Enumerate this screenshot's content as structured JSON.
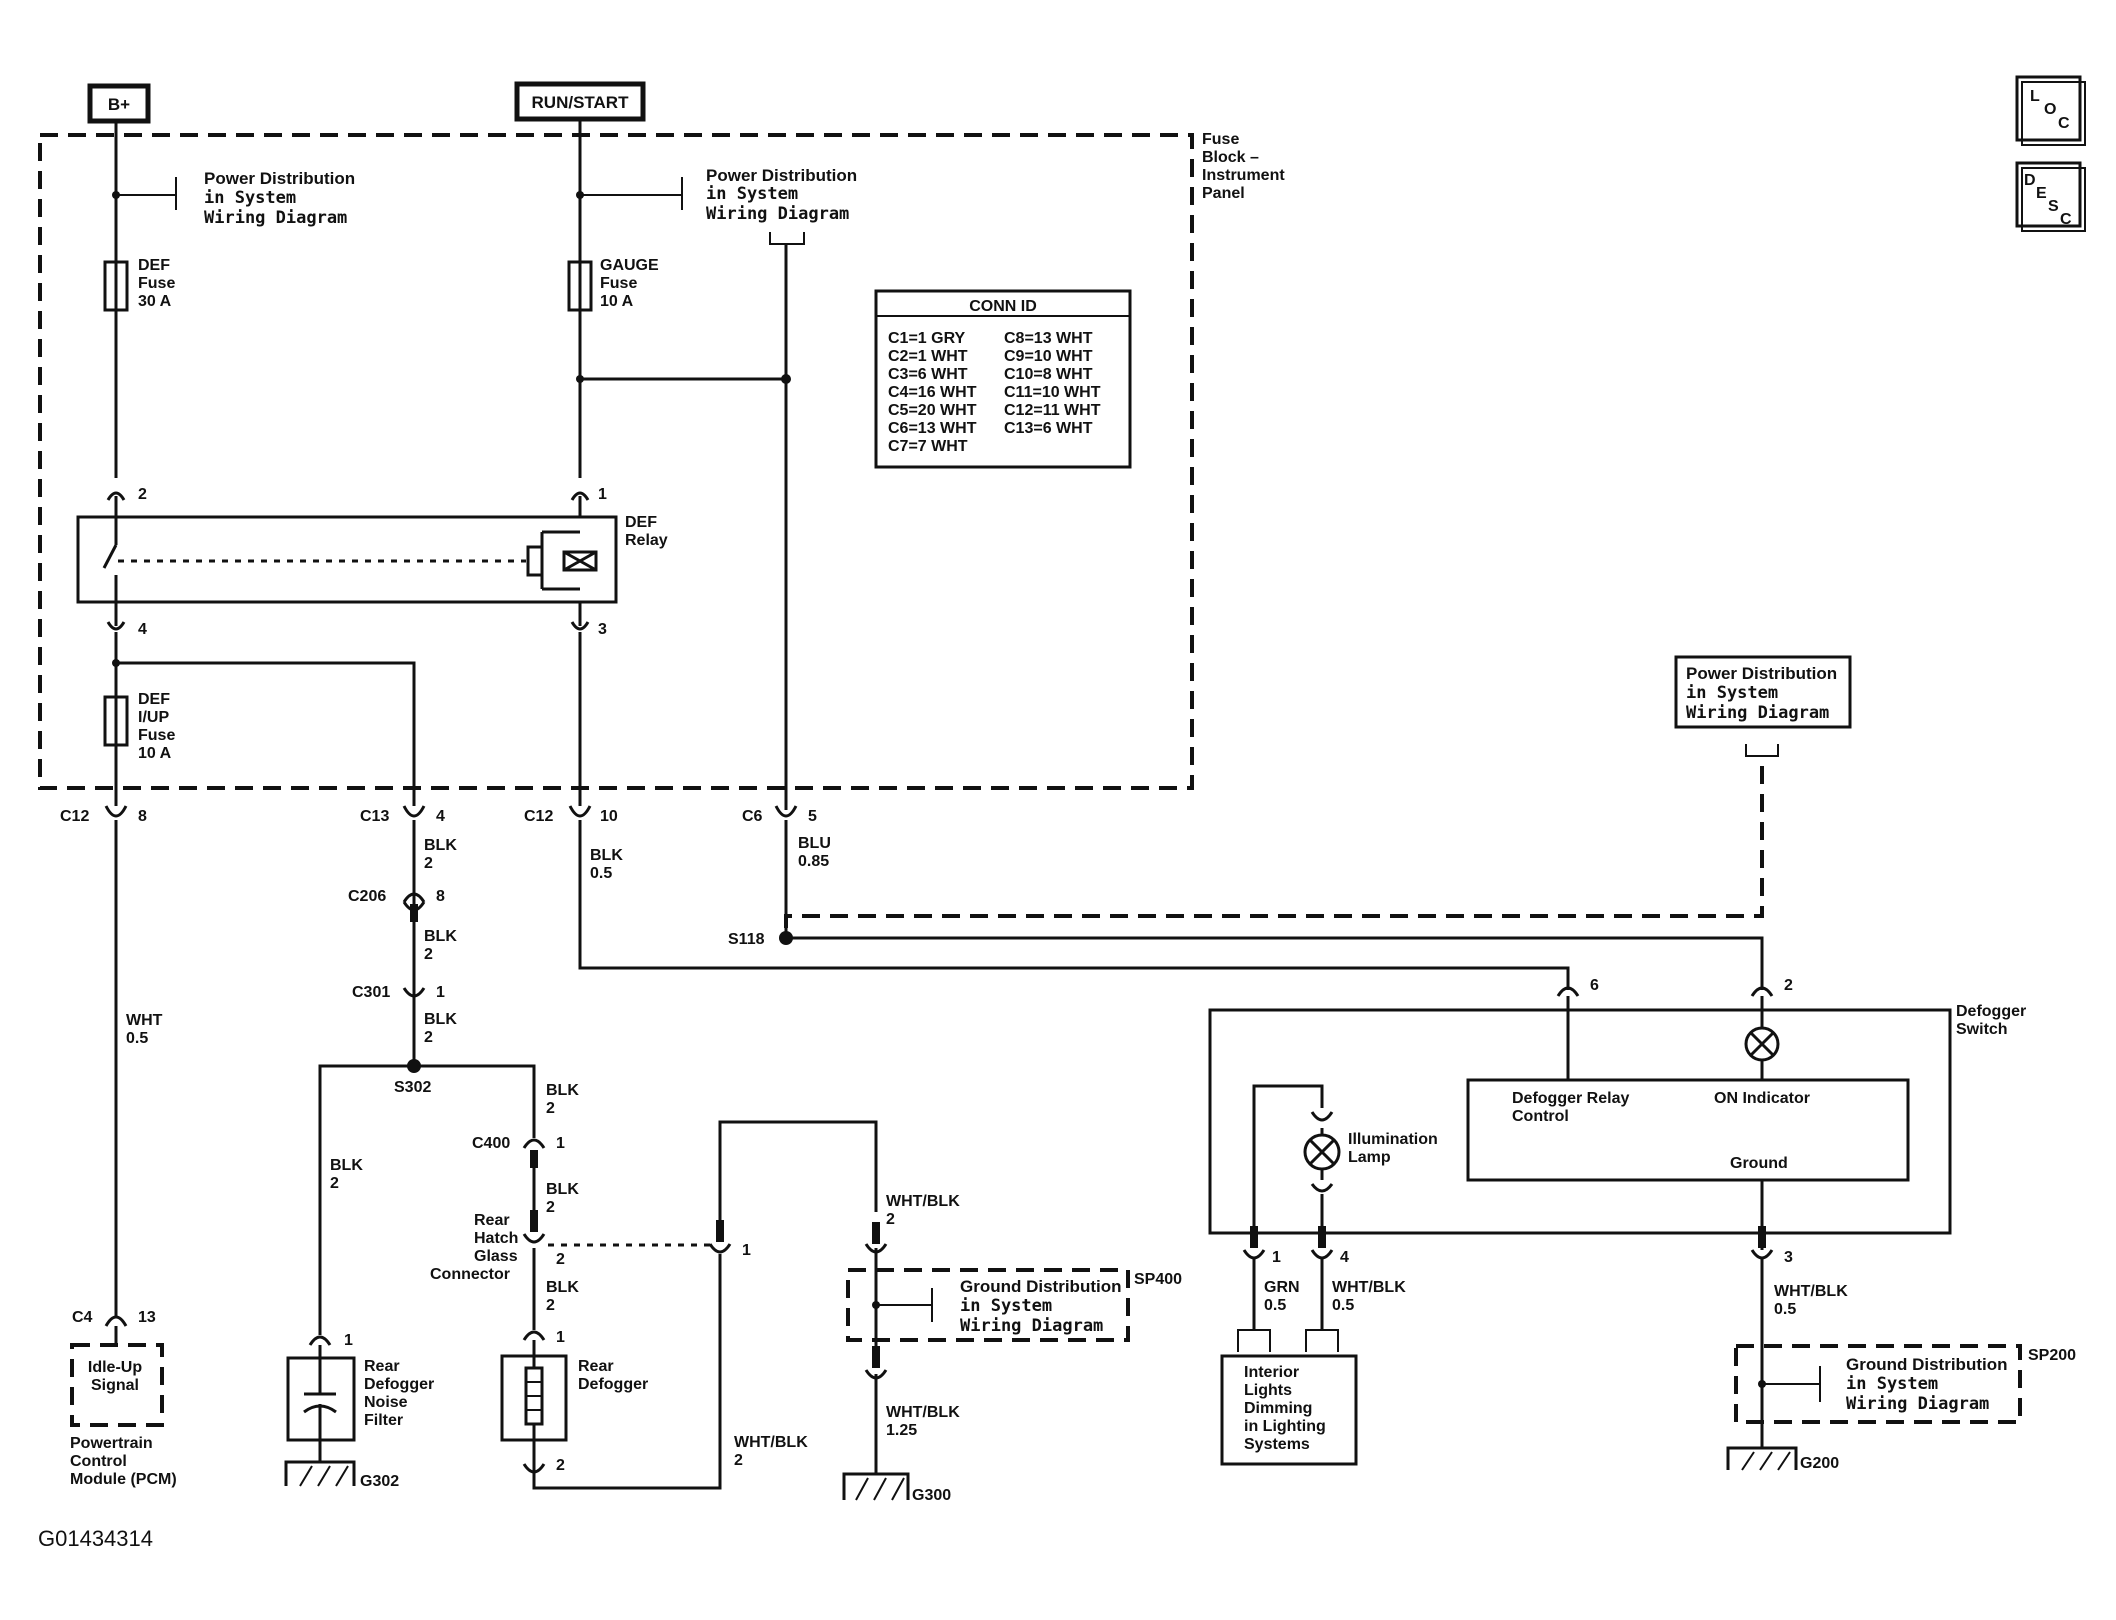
{
  "supplies": {
    "bplus": "B+",
    "run_start": "RUN/START"
  },
  "fuse_block": {
    "label_lines": [
      "Fuse",
      "Block –",
      "Instrument",
      "Panel"
    ]
  },
  "ref_boxes": {
    "loc": [
      "L",
      "O",
      "C"
    ],
    "desc": [
      "D",
      "E",
      "S",
      "C"
    ]
  },
  "power_dist": [
    "Power Distribution",
    "in System",
    "Wiring Diagram"
  ],
  "ground_dist": [
    "Ground Distribution",
    "in System",
    "Wiring Diagram"
  ],
  "fuses": {
    "def": [
      "DEF",
      "Fuse",
      "30 A"
    ],
    "gauge": [
      "GAUGE",
      "Fuse",
      "10 A"
    ],
    "def_iup": [
      "DEF",
      "I/UP",
      "Fuse",
      "10 A"
    ]
  },
  "conn_id": {
    "title": "CONN ID",
    "left": [
      "C1=1 GRY",
      "C2=1 WHT",
      "C3=6 WHT",
      "C4=16 WHT",
      "C5=20 WHT",
      "C6=13 WHT",
      "C7=7 WHT"
    ],
    "right": [
      "C8=13 WHT",
      "C9=10 WHT",
      "C10=8 WHT",
      "C11=10 WHT",
      "C12=11 WHT",
      "C13=6 WHT"
    ]
  },
  "relay": {
    "label": [
      "DEF",
      "Relay"
    ],
    "pins": [
      "2",
      "1",
      "4",
      "3"
    ]
  },
  "connectors": {
    "c12_8": [
      "C12",
      "8"
    ],
    "c13_4": [
      "C13",
      "4"
    ],
    "c12_10": [
      "C12",
      "10"
    ],
    "c6_5": [
      "C6",
      "5"
    ],
    "c206": [
      "C206",
      "8"
    ],
    "c301": [
      "C301",
      "1"
    ],
    "c400": [
      "C400",
      "1"
    ],
    "c4": [
      "C4",
      "13"
    ]
  },
  "wires": {
    "blk2": [
      "BLK",
      "2"
    ],
    "blk05": [
      "BLK",
      "0.5"
    ],
    "blu085": [
      "BLU",
      "0.85"
    ],
    "wht05": [
      "WHT",
      "0.5"
    ],
    "whtblk2": [
      "WHT/BLK",
      "2"
    ],
    "whtblk125": [
      "WHT/BLK",
      "1.25"
    ],
    "whtblk05": [
      "WHT/BLK",
      "0.5"
    ],
    "grn05": [
      "GRN",
      "0.5"
    ]
  },
  "splices": {
    "s118": "S118",
    "s302": "S302",
    "sp400": "SP400",
    "sp200": "SP200"
  },
  "grounds": {
    "g302": "G302",
    "g300": "G300",
    "g200": "G200"
  },
  "components": {
    "pcm_signal": [
      "Idle-Up",
      "Signal"
    ],
    "pcm": [
      "Powertrain",
      "Control",
      "Module (PCM)"
    ],
    "noise_filter": [
      "Rear",
      "Defogger",
      "Noise",
      "Filter"
    ],
    "rear_defogger": [
      "Rear",
      "Defogger"
    ],
    "hatch_connector": [
      "Rear",
      "Hatch",
      "Glass",
      "Connector"
    ],
    "defogger_switch": [
      "Defogger",
      "Switch"
    ],
    "relay_control": [
      "Defogger Relay",
      "Control"
    ],
    "on_indicator": "ON Indicator",
    "ground_label": "Ground",
    "illumination": [
      "Illumination",
      "Lamp"
    ],
    "interior_lights": [
      "Interior",
      "Lights",
      "Dimming",
      "in Lighting",
      "Systems"
    ]
  },
  "pin_numbers": [
    "1",
    "2",
    "3",
    "4",
    "6"
  ],
  "footer_id": "G01434314"
}
